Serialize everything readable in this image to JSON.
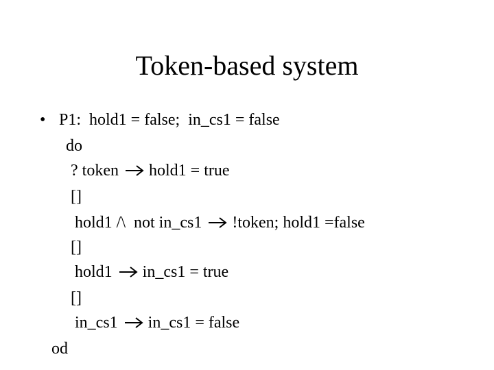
{
  "slide": {
    "title": "Token-based system",
    "bullet_glyph": "•",
    "lines": {
      "l1": "P1:  hold1 = false;  in_cs1 = false",
      "l2": "do",
      "l3a": "? token",
      "l3b": "hold1 = true",
      "l4": "[]",
      "l5a": "hold1 /\\  not in_cs1",
      "l5b": "!token; hold1 =false",
      "l6": "[]",
      "l7a": "hold1",
      "l7b": "in_cs1 = true",
      "l8": "[]",
      "l9a": "in_cs1",
      "l9b": "in_cs1 = false",
      "l10": "od"
    }
  }
}
